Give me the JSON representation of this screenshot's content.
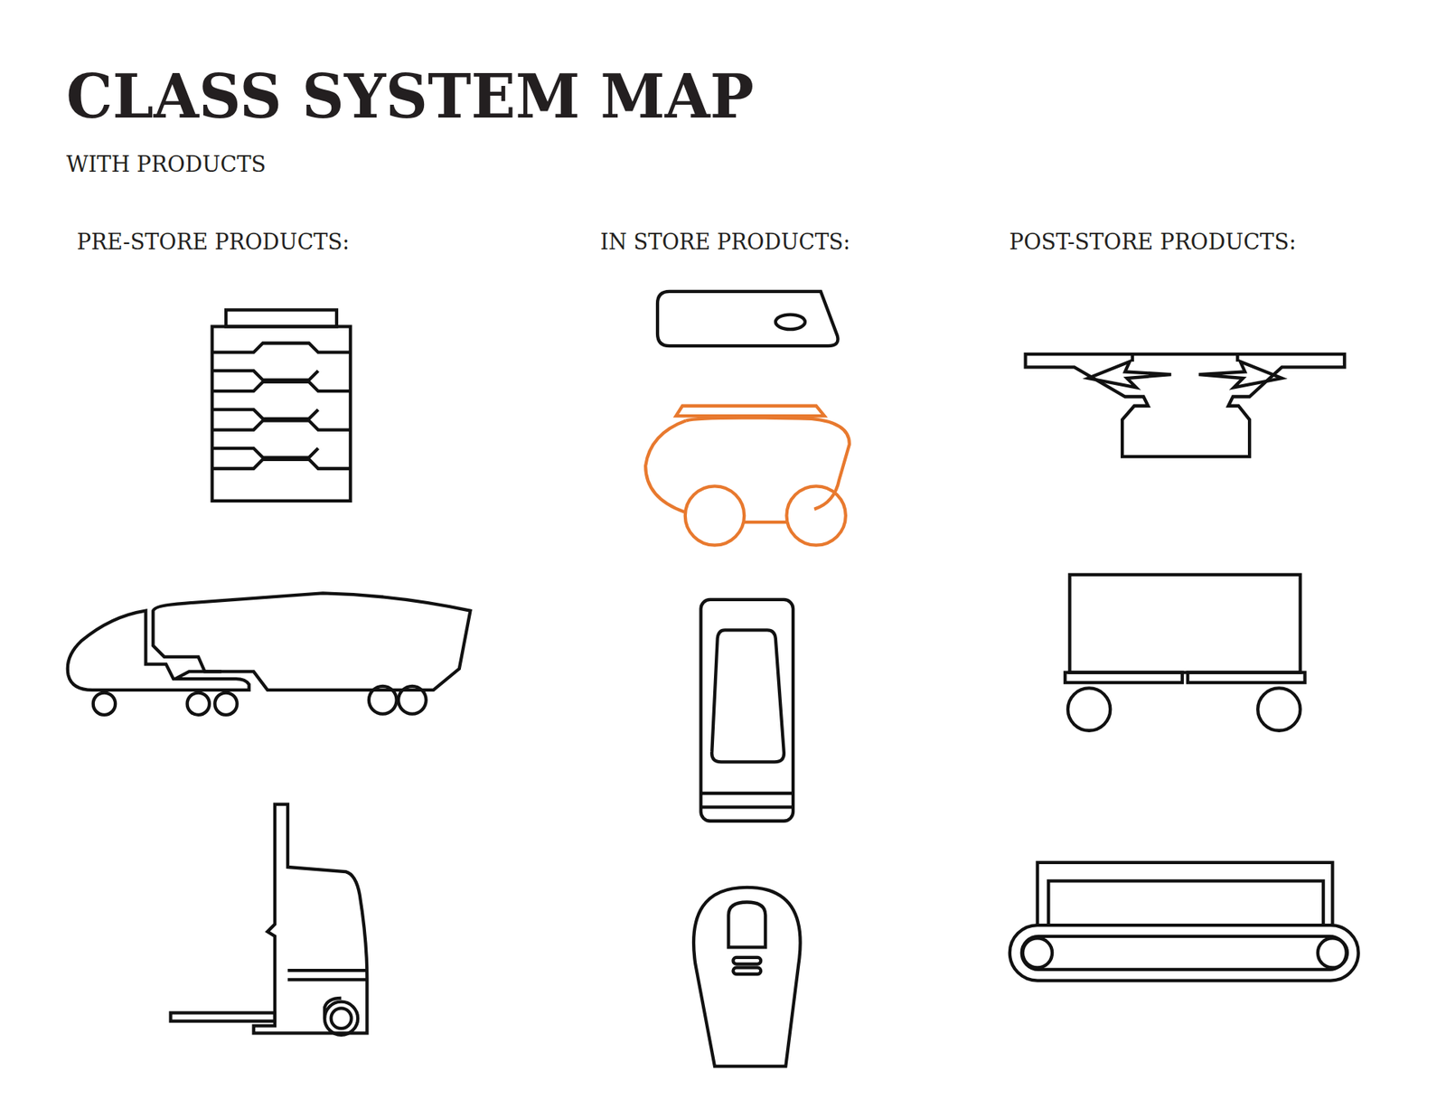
{
  "diagram": {
    "title": "CLASS SYSTEM MAP",
    "labels": [
      "WITH PRODUCTS",
      "PRE-STORE PRODUCTS:",
      "IN STORE PRODUCTS:",
      "POST-STORE PRODUCTS:"
    ]
  }
}
